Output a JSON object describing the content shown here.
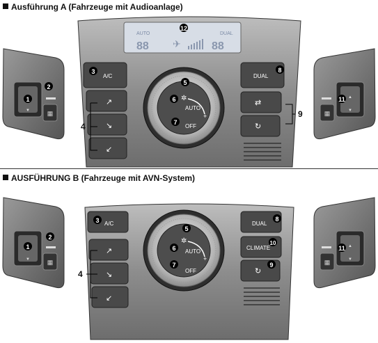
{
  "section_a": {
    "title": "Ausführung A (Fahrzeuge mit Audioanlage)",
    "display": {
      "auto": "AUTO",
      "dual": "DUAL",
      "temp_left": "88",
      "temp_right": "88"
    },
    "buttons": {
      "ac": "A/C",
      "dual": "DUAL",
      "auto": "AUTO",
      "off": "OFF"
    },
    "callouts": [
      "1",
      "2",
      "3",
      "4",
      "5",
      "6",
      "7",
      "8",
      "9",
      "11",
      "12"
    ]
  },
  "section_b": {
    "title": "AUSFÜHRUNG B (Fahrzeuge mit AVN-System)",
    "buttons": {
      "ac": "A/C",
      "dual": "DUAL",
      "climate": "CLIMATE",
      "auto": "AUTO",
      "off": "OFF"
    },
    "callouts": [
      "1",
      "2",
      "3",
      "4",
      "5",
      "6",
      "7",
      "8",
      "9",
      "10",
      "11"
    ]
  },
  "colors": {
    "panel_dark": "#4a4a4a",
    "panel_light": "#a8a8a8",
    "knob": "#c8c8c8",
    "display": "#d7dde6",
    "callout": "#000000"
  }
}
